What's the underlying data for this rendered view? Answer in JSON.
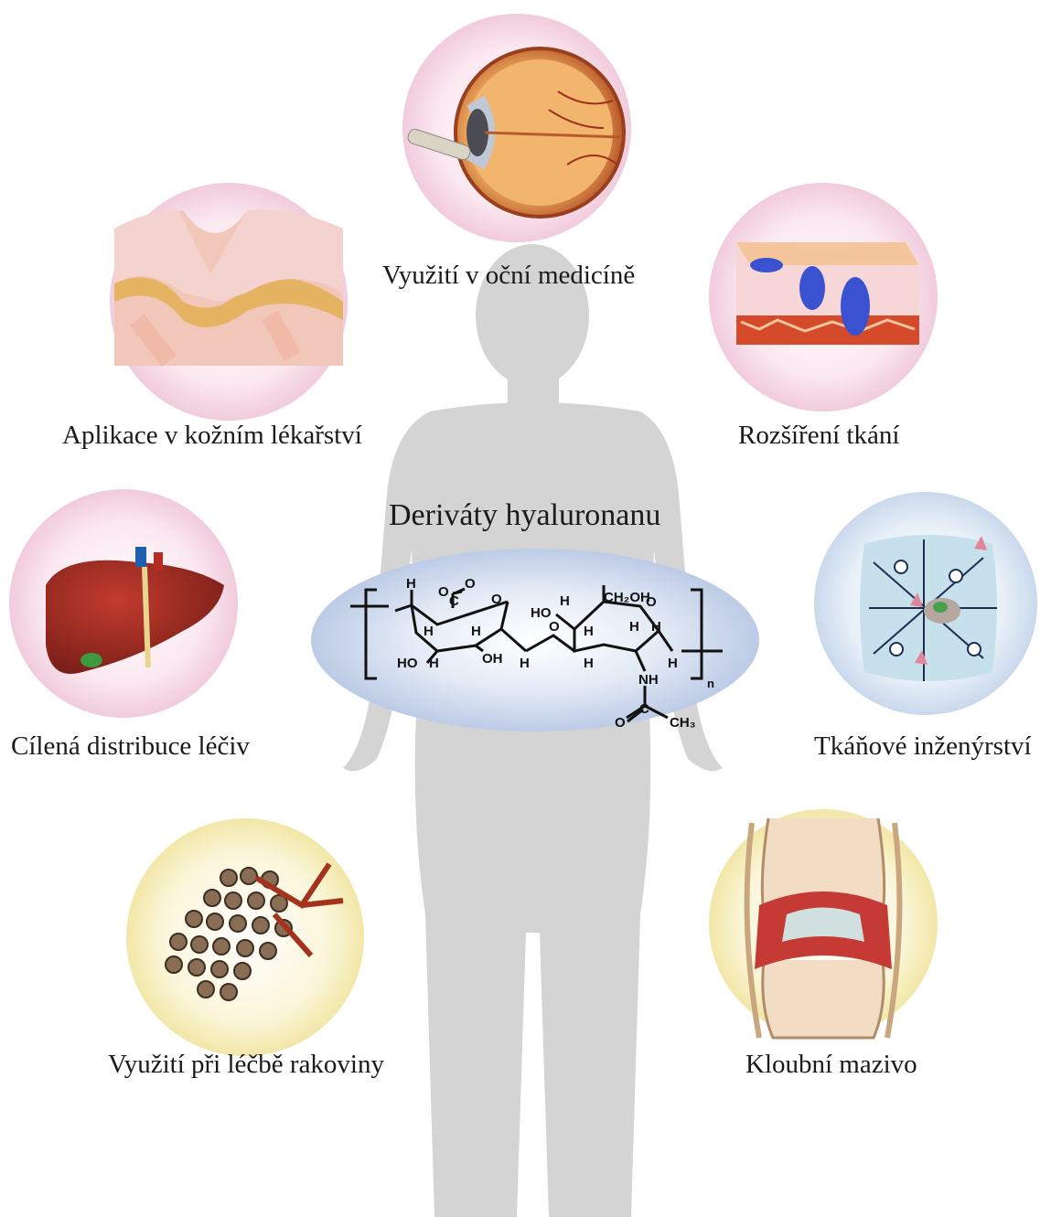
{
  "title": "Deriváty hyaluronanu",
  "applications": [
    {
      "id": "eye",
      "label": "Využití v oční medicíně",
      "icon": "eye-anatomy-icon"
    },
    {
      "id": "skin",
      "label": "Aplikace v kožním lékařství",
      "icon": "skin-layers-icon"
    },
    {
      "id": "tissue",
      "label": "Rozšíření tkání",
      "icon": "tissue-block-icon"
    },
    {
      "id": "drug",
      "label": "Cílená distribuce léčiv",
      "icon": "liver-icon"
    },
    {
      "id": "engineering",
      "label": "Tkáňové inženýrství",
      "icon": "hydrogel-scaffold-icon"
    },
    {
      "id": "cancer",
      "label": "Využití při léčbě rakoviny",
      "icon": "tumor-cells-icon"
    },
    {
      "id": "joint",
      "label": "Kloubní mazivo",
      "icon": "knee-joint-icon"
    }
  ],
  "molecule": {
    "name": "hyaluronan-repeat-unit",
    "atoms": {
      "H": "H",
      "O": "O",
      "HO": "HO",
      "OH": "OH",
      "CH2OH": "CH₂OH",
      "NH": "NH",
      "CH3": "CH₃",
      "n": "n"
    }
  },
  "colors": {
    "silhouette": "#d4d4d4",
    "ellipse": "#c9d6ec",
    "circle_pink": "#f6d8e6",
    "circle_yellow": "#f8f1c8",
    "circle_blue": "#dbe8f5"
  }
}
